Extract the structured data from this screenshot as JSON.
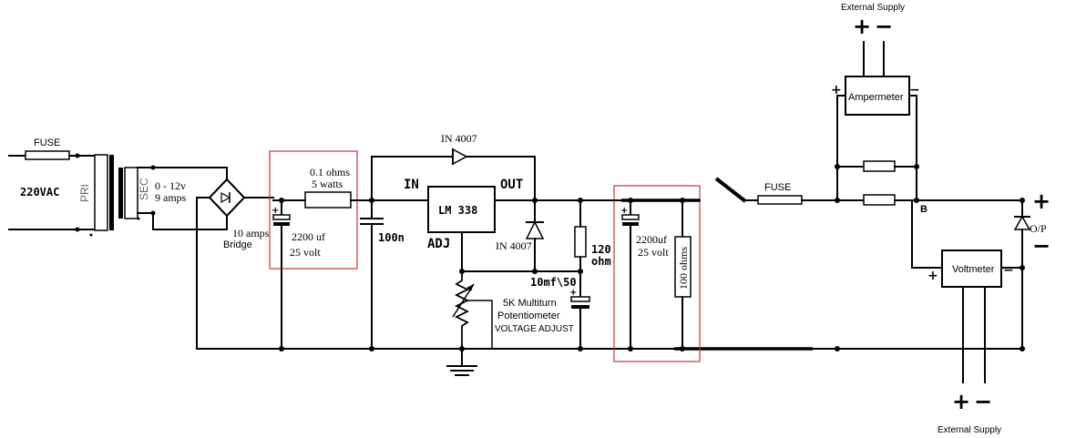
{
  "labels": {
    "fuse_in": "FUSE",
    "mains": "220VAC",
    "pri": "PRI",
    "sec": "SEC",
    "sec_voltage": "0 - 12v",
    "sec_current": "9 amps",
    "bridge_rating": "10 amps",
    "bridge": "Bridge",
    "res_value": "0.1 ohms",
    "res_power": "5 watts",
    "cap1_value": "2200 uf",
    "cap1_voltage": "25 volt",
    "cap_100n": "100n",
    "diode_top": "IN 4007",
    "pin_in": "IN",
    "pin_out": "OUT",
    "pin_adj": "ADJ",
    "regulator": "LM 338",
    "diode_mid": "IN 4007",
    "r120_value": "120",
    "r120_unit": "ohm",
    "cap_10mf": "10mf\\50",
    "pot_line1": "5K Multiturn",
    "pot_line2": "Potentiometer",
    "pot_line3": "VOLTAGE ADJUST",
    "cap2_value": "2200uf",
    "cap2_voltage": "25 volt",
    "r100": "100 ohms",
    "fuse_out": "FUSE",
    "ext_supply_top": "External Supply",
    "ext_supply_bottom": "External Supply",
    "ammeter": "Ampermeter",
    "voltmeter": "Voltmeter",
    "node_b": "B",
    "op": "O/P",
    "plus": "+",
    "minus": "−"
  }
}
